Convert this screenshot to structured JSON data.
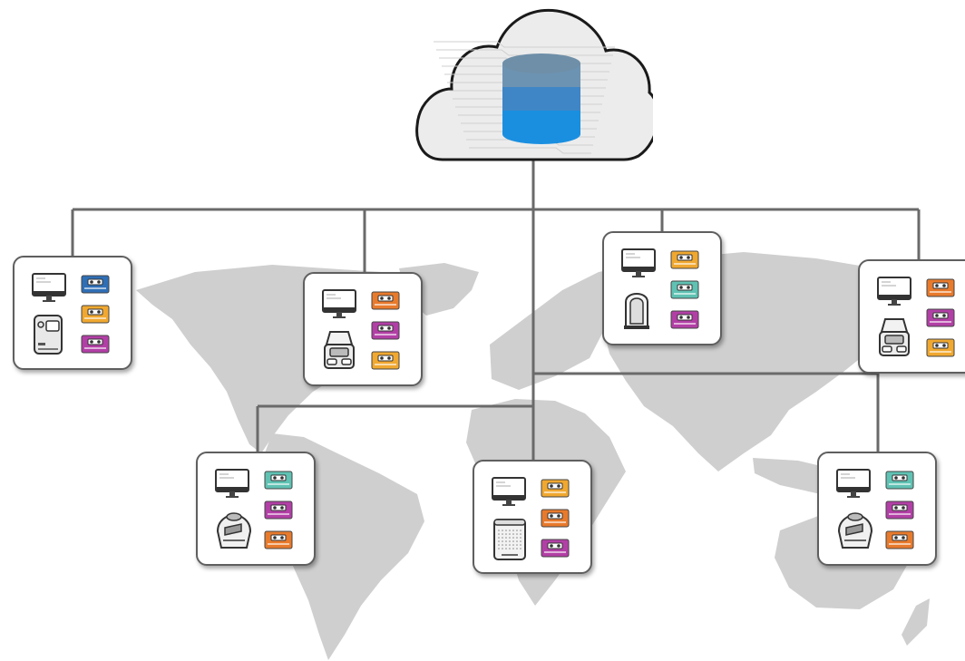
{
  "diagram": {
    "hub": {
      "kind": "cloud-database",
      "icon": "cloud-database-icon",
      "colors": {
        "db_top": "#6f8fa8",
        "db_bottom": "#1a8fe0",
        "cloud_fill": "#ececec"
      }
    },
    "background": {
      "kind": "world-map",
      "color": "#cfcfcf"
    },
    "connector_color": "#6a6a6a",
    "cassette_colors": {
      "blue": "#2f6fb6",
      "orange": "#e87a2c",
      "amber": "#f0a830",
      "magenta": "#b23fa6",
      "teal": "#5fc2b3"
    },
    "nodes": [
      {
        "id": "node-1",
        "device": "desktop-sequencer",
        "cassettes": [
          "blue",
          "amber",
          "magenta"
        ]
      },
      {
        "id": "node-2",
        "device": "compact-sequencer",
        "cassettes": [
          "orange",
          "magenta",
          "amber"
        ]
      },
      {
        "id": "node-3",
        "device": "handheld-reader",
        "cassettes": [
          "amber",
          "teal",
          "magenta"
        ]
      },
      {
        "id": "node-4",
        "device": "compact-sequencer",
        "cassettes": [
          "orange",
          "magenta",
          "amber"
        ]
      },
      {
        "id": "node-5",
        "device": "benchtop-analyzer",
        "cassettes": [
          "teal",
          "magenta",
          "orange"
        ]
      },
      {
        "id": "node-6",
        "device": "cabinet-instrument",
        "cassettes": [
          "amber",
          "orange",
          "magenta"
        ]
      },
      {
        "id": "node-7",
        "device": "benchtop-analyzer",
        "cassettes": [
          "teal",
          "magenta",
          "orange"
        ]
      }
    ]
  }
}
